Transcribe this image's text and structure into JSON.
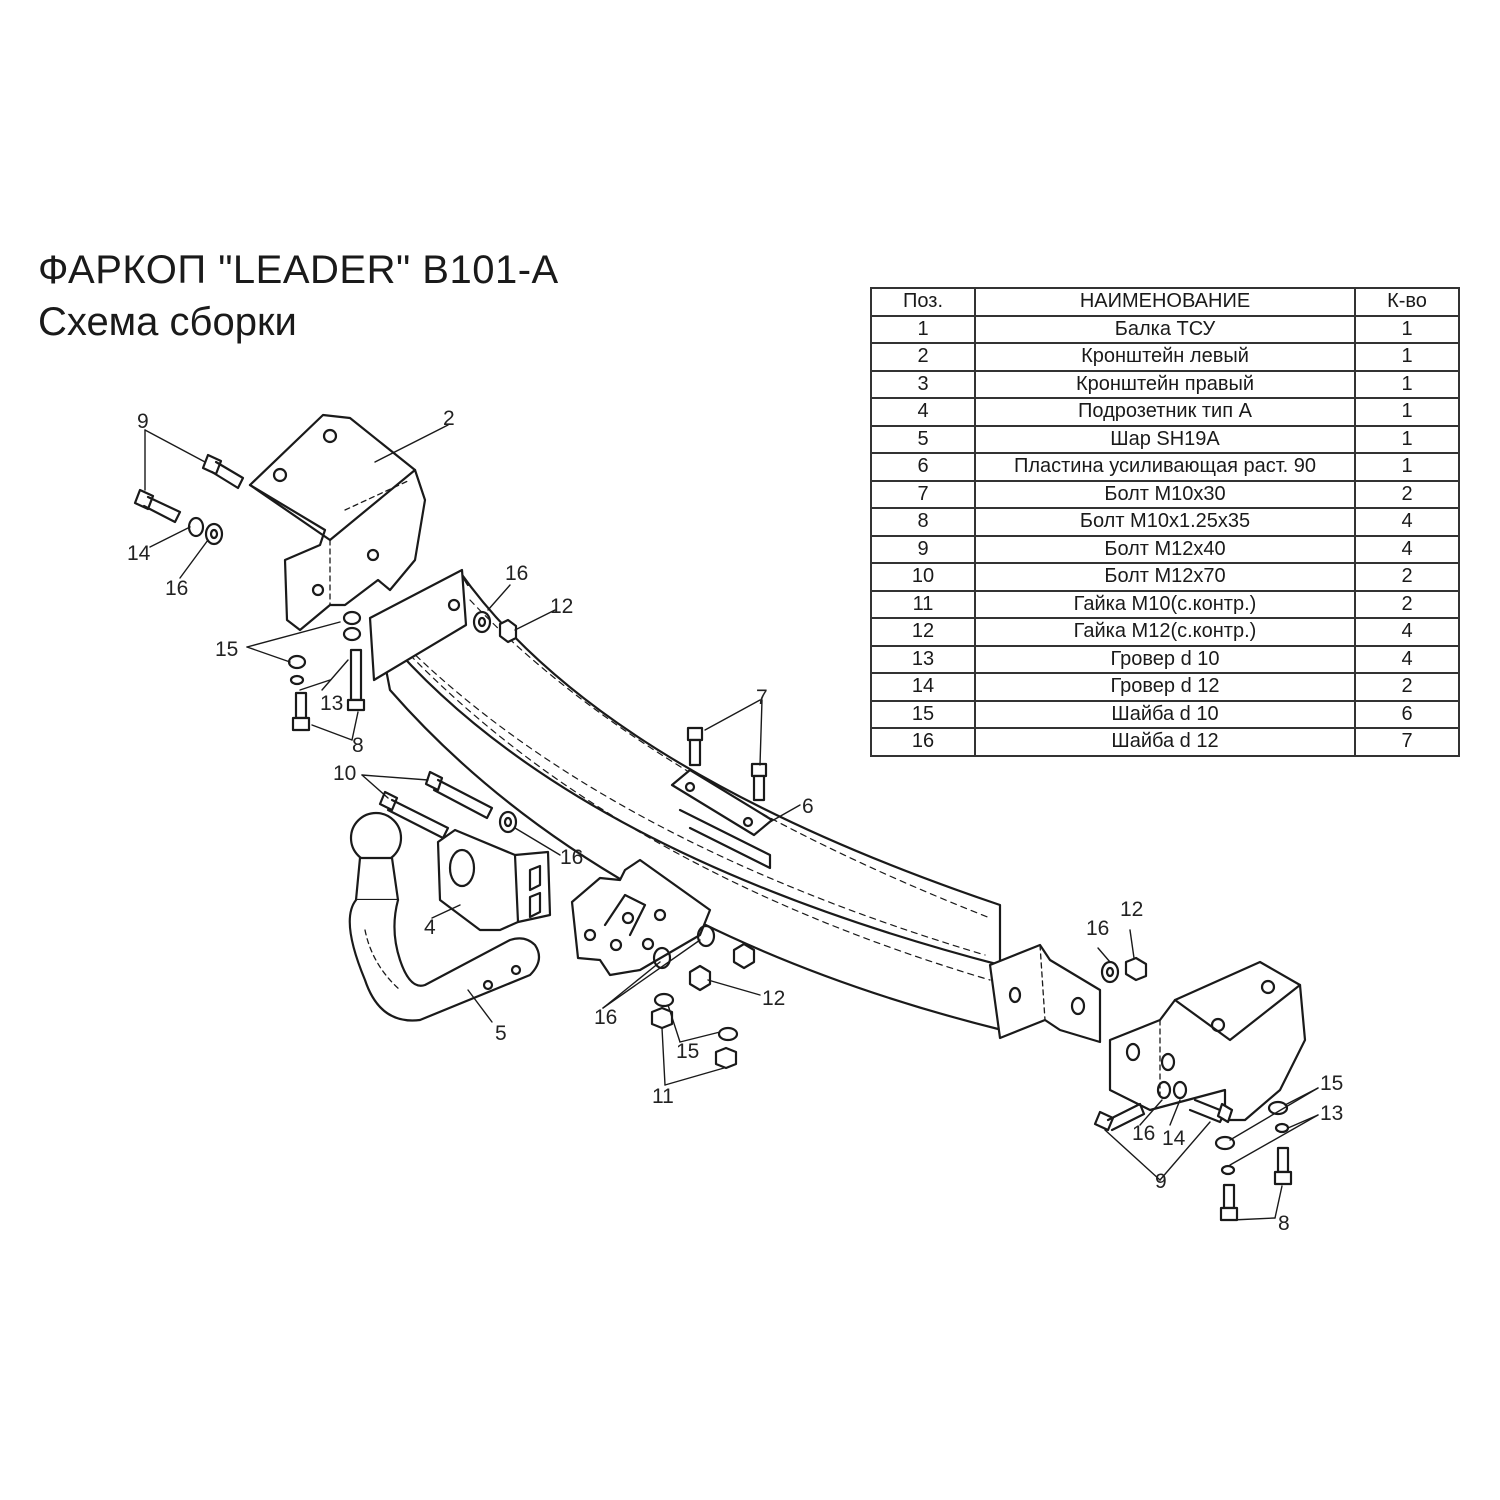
{
  "title": {
    "line1": "ФАРКОП \"LEADER\" B101-A",
    "line2": "Схема сборки"
  },
  "table": {
    "headers": {
      "pos": "Поз.",
      "name": "НАИМЕНОВАНИЕ",
      "qty": "К-во"
    },
    "rows": [
      {
        "pos": "1",
        "name": "Балка ТСУ",
        "qty": "1"
      },
      {
        "pos": "2",
        "name": "Кронштейн левый",
        "qty": "1"
      },
      {
        "pos": "3",
        "name": "Кронштейн правый",
        "qty": "1"
      },
      {
        "pos": "4",
        "name": "Подрозетник тип А",
        "qty": "1"
      },
      {
        "pos": "5",
        "name": "Шар SH19A",
        "qty": "1"
      },
      {
        "pos": "6",
        "name": "Пластина усиливающая раст. 90",
        "qty": "1"
      },
      {
        "pos": "7",
        "name": "Болт М10х30",
        "qty": "2"
      },
      {
        "pos": "8",
        "name": "Болт М10х1.25х35",
        "qty": "4"
      },
      {
        "pos": "9",
        "name": "Болт М12х40",
        "qty": "4"
      },
      {
        "pos": "10",
        "name": "Болт М12х70",
        "qty": "2"
      },
      {
        "pos": "11",
        "name": "Гайка  М10(с.контр.)",
        "qty": "2"
      },
      {
        "pos": "12",
        "name": "Гайка М12(с.контр.)",
        "qty": "4"
      },
      {
        "pos": "13",
        "name": "Гровер d 10",
        "qty": "4"
      },
      {
        "pos": "14",
        "name": "Гровер d 12",
        "qty": "2"
      },
      {
        "pos": "15",
        "name": "Шайба d 10",
        "qty": "6"
      },
      {
        "pos": "16",
        "name": "Шайба d 12",
        "qty": "7"
      }
    ]
  },
  "callouts": {
    "n2": "2",
    "n4": "4",
    "n5": "5",
    "n6": "6",
    "n7": "7",
    "n8": "8",
    "n9": "9",
    "n10": "10",
    "n11": "11",
    "n12": "12",
    "n13": "13",
    "n14": "14",
    "n15": "15",
    "n16": "16"
  }
}
